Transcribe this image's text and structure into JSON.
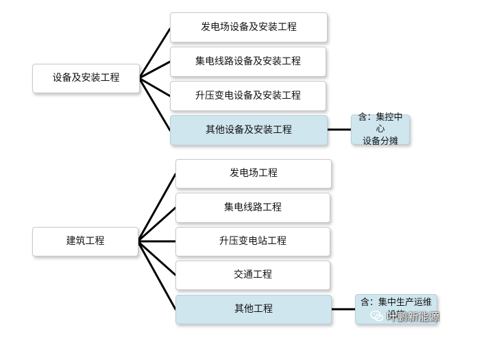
{
  "group1": {
    "root": "设备及安装工程",
    "children": [
      "发电场设备及安装工程",
      "集电线路设备及安装工程",
      "升压变电设备及安装工程",
      "其他设备及安装工程"
    ],
    "note_line1": "含：集控中心",
    "note_line2": "设备分摊"
  },
  "group2": {
    "root": "建筑工程",
    "children": [
      "发电场工程",
      "集电线路工程",
      "升压变电站工程",
      "交通工程",
      "其他工程"
    ],
    "note_line1": "含：集中生产运维",
    "note_line2": "设施"
  },
  "watermark": {
    "icon": "wechat-icon",
    "text": "叶鹏新能源"
  },
  "colors": {
    "highlight": "#cfe6ee",
    "line": "#000000"
  }
}
